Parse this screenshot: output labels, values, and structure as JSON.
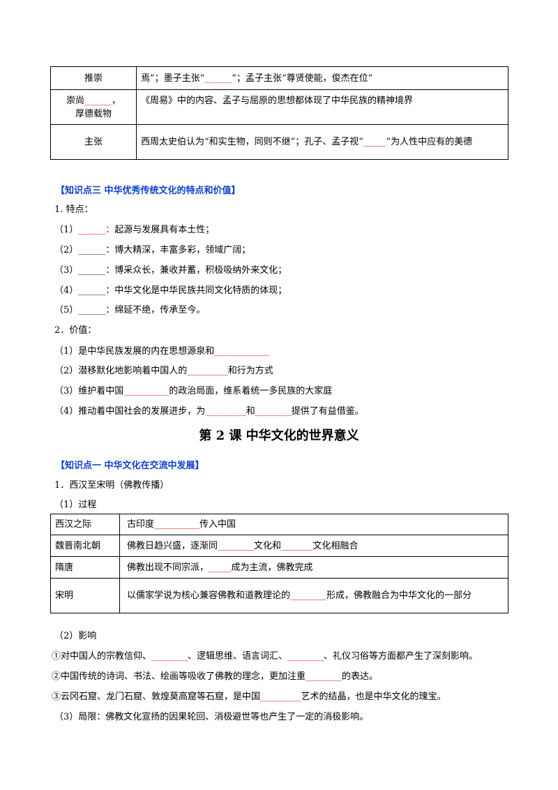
{
  "table1": {
    "rows": [
      {
        "label": "推崇",
        "pre": "焉”；墨子主张“",
        "blank": "______",
        "post": "”；孟子主张“尊贤使能，俊杰在位”"
      },
      {
        "label_a": "崇尚",
        "label_blank": "______",
        "label_b": "，",
        "label_c": "厚德载物",
        "text": "《周易》中的内容、孟子与屈原的思想都体现了中华民族的精神境界"
      },
      {
        "label": "主张",
        "pre": "西周太史伯认为“和实生物，同则不继”；孔子、孟子视“",
        "blank": "_____",
        "post": "”为人性中应有的美德"
      }
    ]
  },
  "section3": {
    "heading": "【知识点三    中华优秀传统文化的特点和价值】",
    "features_title": "1. 特点：",
    "features": [
      {
        "num": "（1）",
        "blank": "______",
        "sep": "：",
        "text": "起源与发展具有本土性；"
      },
      {
        "num": "（2）",
        "blank": "______",
        "sep": "：",
        "text": "博大精深，丰富多彩，领域广阔；"
      },
      {
        "num": "（3）",
        "blank": "______",
        "sep": "：",
        "text": "博采众长，兼收并蓄，积极吸纳外来文化；"
      },
      {
        "num": "（4）",
        "blank": "______",
        "sep": "：",
        "text": "中华文化是中华民族共同文化特质的体现；"
      },
      {
        "num": "（5）",
        "blank": "______",
        "sep": "：",
        "text": "绵延不绝，传承至今。"
      }
    ],
    "value_title": "2．价值：",
    "values": [
      {
        "pre": "（1）是中华民族发展的内在思想源泉和",
        "blank": "____________",
        "post": ""
      },
      {
        "pre": "（2）潜移默化地影响着中国人的",
        "blank": "_________",
        "post": "和行为方式"
      },
      {
        "pre": "（3）维护着中国",
        "blank": "__________",
        "post": "的政治局面，维系着统一多民族的大家庭"
      },
      {
        "pre": "（4）推动着中国社会的发展进步，为",
        "blank": "_________",
        "mid": "和",
        "blank2": "________",
        "post": "提供了有益借鉴。"
      }
    ]
  },
  "lesson2": {
    "title": "第 2 课    中华文化的世界意义",
    "heading": "【知识点一    中华文化在交流中发展】",
    "sub1": "1．西汉至宋明（佛教传播）",
    "sub2": "（1）过程",
    "table": [
      {
        "period": "西汉之际",
        "pre": "古印度",
        "blank": "__________",
        "post": "传入中国"
      },
      {
        "period": "魏晋南北朝",
        "pre": "佛教日趋兴盛，逐渐同",
        "blank": "________",
        "mid": "文化和",
        "blank2": "_______",
        "post": "文化相融合"
      },
      {
        "period": "隋唐",
        "pre": "佛教出现不同宗派，",
        "blank": "_____",
        "post": "成为主流，佛教完成"
      },
      {
        "period": "宋明",
        "pre": "以儒家学说为核心兼容佛教和道教理论的",
        "blank": "________",
        "post": "形成，佛教融合为中华文化的一部分"
      }
    ],
    "impact_title": "（2）影响",
    "impacts": [
      {
        "pre": "①对中国人的宗教信仰、",
        "blank": "________",
        "mid": "、逻辑思维、语言词汇、",
        "blank2": "________",
        "post": "、礼仪习俗等方面都产生了深刻影响。"
      },
      {
        "pre": "②中国传统的诗词、书法、绘画等吸收了佛教的理念，更加注重",
        "blank": "________",
        "post": "的表达。"
      },
      {
        "pre": "③云冈石窟、龙门石窟、敦煌莫高窟等石窟，是中国",
        "blank": "_________",
        "post": "艺术的结晶，也是中华文化的瑰宝。"
      }
    ],
    "limit": "（3）局限：佛教文化宣扬的因果轮回、消极避世等也产生了一定的消极影响。"
  }
}
